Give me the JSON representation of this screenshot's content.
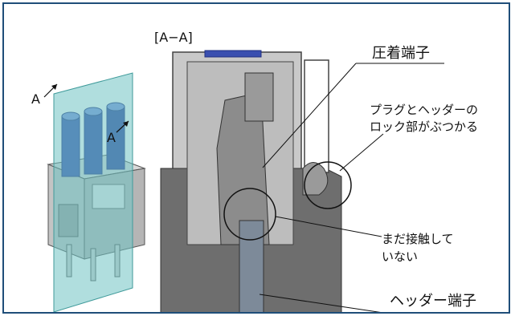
{
  "section_label": "[A−A]",
  "cut_marker_left": "A",
  "cut_marker_right": "A",
  "callouts": {
    "crimp_terminal": "圧着端子",
    "lock_line1": "プラグとヘッダーの",
    "lock_line2": "ロック部がぶつかる",
    "not_contact_line1": "まだ接触して",
    "not_contact_line2": "いない",
    "header_terminal": "ヘッダー端子"
  },
  "colors": {
    "frame": "#1f4e79",
    "cut_plane": "#6fc3c3",
    "cylinder": "#3a4fb0",
    "section_gray": "#8c8c8c",
    "dark_gray": "#5f5f5f"
  }
}
